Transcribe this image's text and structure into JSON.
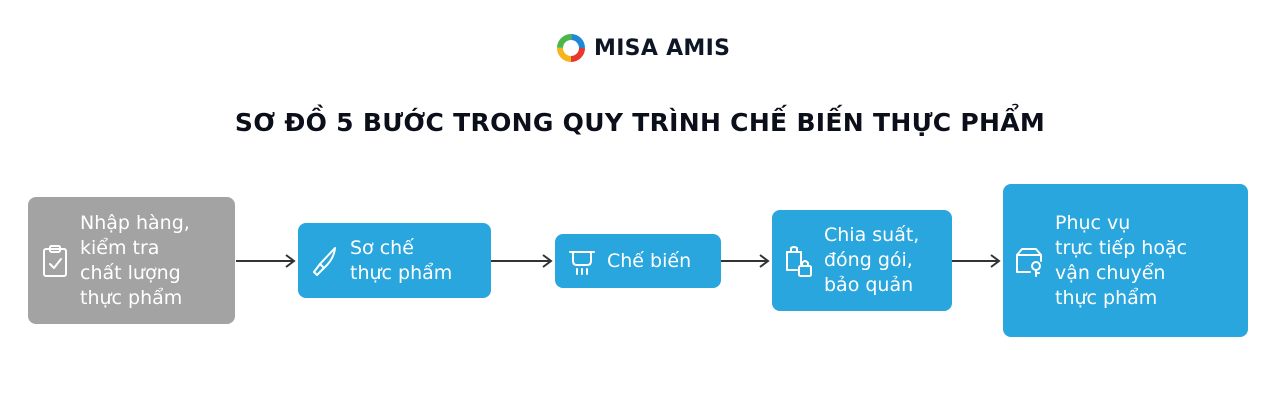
{
  "brand": {
    "name": "MISA AMIS",
    "logo_icon": "misa-ring-logo"
  },
  "title": "SƠ ĐỒ 5 BƯỚC TRONG QUY TRÌNH CHẾ BIẾN THỰC PHẨM",
  "colors": {
    "step_gray": "#a3a3a3",
    "step_blue": "#29a6dd",
    "arrow": "#333333",
    "title": "#0b0f1a",
    "step_text": "#ffffff"
  },
  "steps": [
    {
      "label": "Nhập hàng,\nkiểm tra\nchất lượng\nthực phẩm",
      "icon": "clipboard-check-icon"
    },
    {
      "label": "Sơ chế\nthực phẩm",
      "icon": "knife-icon"
    },
    {
      "label": "Chế biến",
      "icon": "cooking-pot-icon"
    },
    {
      "label": "Chia suất,\nđóng gói,\nbảo quản",
      "icon": "package-lock-icon"
    },
    {
      "label": "Phục vụ\ntrực tiếp hoặc\nvận chuyển\nthực phẩm",
      "icon": "delivery-box-icon"
    }
  ]
}
